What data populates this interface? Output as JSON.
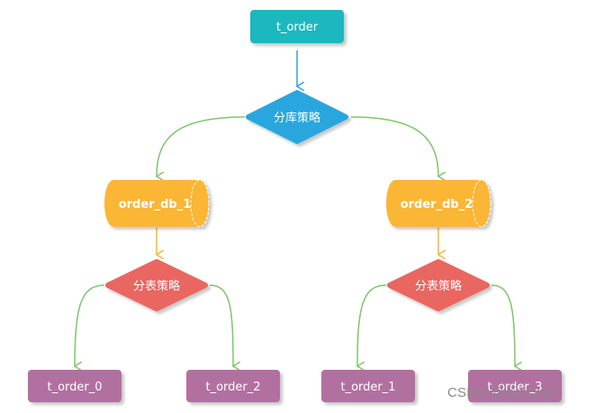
{
  "nodes": {
    "root": "t_order",
    "db_strategy": "分库策略",
    "db_1": "order_db_1",
    "db_2": "order_db_2",
    "table_strategy_1": "分表策略",
    "table_strategy_2": "分表策略",
    "leaf_0": "t_order_0",
    "leaf_2": "t_order_2",
    "leaf_1": "t_order_1",
    "leaf_3": "t_order_3"
  },
  "watermark": "CSDN @xyc1211",
  "colors": {
    "teal": "#1cb8bf",
    "blue": "#2aa6de",
    "orange": "#fbb634",
    "red": "#ea6660",
    "purple": "#b26fa0",
    "green_arrow": "#7ec66c",
    "blue_arrow": "#2aa6de",
    "orange_arrow": "#fbb634"
  }
}
